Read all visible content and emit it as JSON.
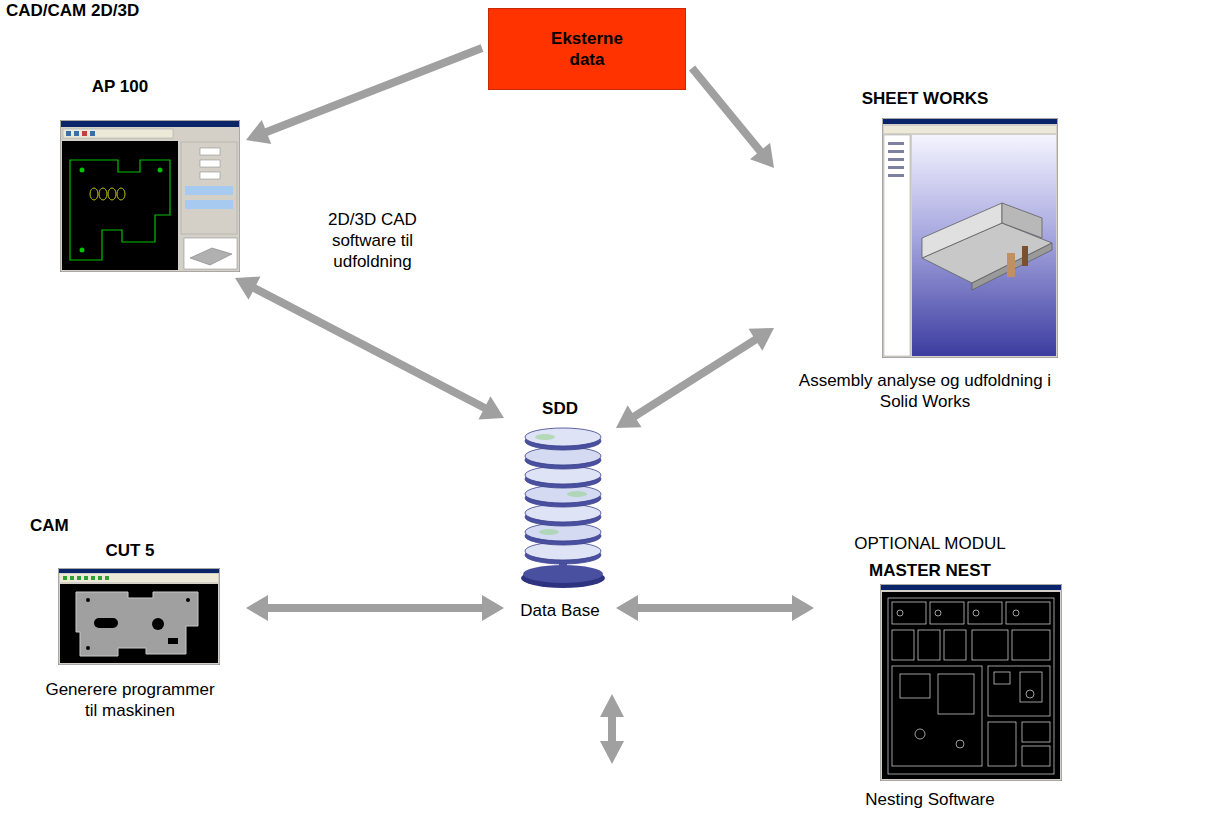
{
  "diagram": {
    "nodes": [
      {
        "text": [
          "Eksterne data"
        ]
      },
      {
        "text": [
          "AP 100",
          "2D/3D CAD software til udfoldning"
        ]
      },
      {
        "text": [
          "SHEET WORKS",
          "Assembly analyse og udfoldning i Solid Works"
        ]
      },
      {
        "text": [
          "SDD",
          "Data Base"
        ]
      },
      {
        "text": [
          "CUT 5",
          "Generere programmer til maskinen"
        ]
      },
      {
        "text": [
          "OPTIONAL MODUL",
          "MASTER NEST",
          "Nesting Software"
        ]
      }
    ],
    "edges": [
      {
        "from": 0,
        "to": 1,
        "arrow": "to"
      },
      {
        "from": 0,
        "to": 2,
        "arrow": "to"
      },
      {
        "from": 1,
        "to": 3,
        "arrow": "both"
      },
      {
        "from": 2,
        "to": 3,
        "arrow": "both"
      },
      {
        "from": 4,
        "to": 3,
        "arrow": "both"
      },
      {
        "from": 3,
        "to": 5,
        "arrow": "both"
      }
    ],
    "labels": [
      "CAD/CAM 2D/3D",
      "CAM"
    ]
  }
}
